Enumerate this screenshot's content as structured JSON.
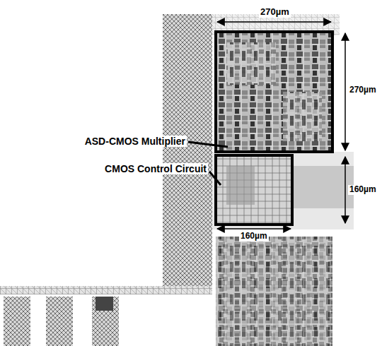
{
  "diagram": {
    "labels": [
      "270µm",
      "ASD-CMOS Multiplier",
      "270µm",
      "CMOS Control Circuit",
      "160µm",
      "160µm"
    ]
  }
}
